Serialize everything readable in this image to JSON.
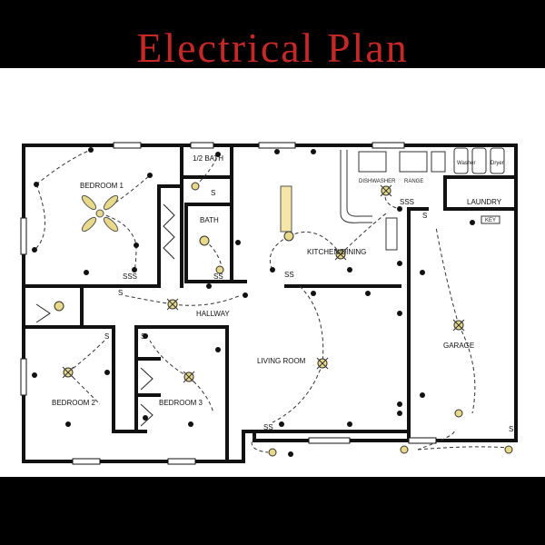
{
  "title": "Electrical Plan",
  "colors": {
    "title": "#c62828",
    "wall": "#111111",
    "wire": "#333333",
    "fixture": "#e8d98a"
  },
  "rooms": {
    "bedroom1": "BEDROOM 1",
    "half_bath": "1/2 BATH",
    "bath": "BATH",
    "kitchen_dining": "KITCHEN/DINING",
    "laundry": "LAUNDRY",
    "hallway": "HALLWAY",
    "living_room": "LIVING ROOM",
    "garage": "GARAGE",
    "bedroom2": "BEDROOM 2",
    "bedroom3": "BEDROOM 3"
  },
  "switches": {
    "sss": "SSS",
    "ss": "SS",
    "s": "S"
  },
  "appliances": {
    "dishwasher": "DISHWASHER",
    "range": "RANGE",
    "washer": "Washer",
    "dryer": "Dryer",
    "panel": "KEY"
  }
}
